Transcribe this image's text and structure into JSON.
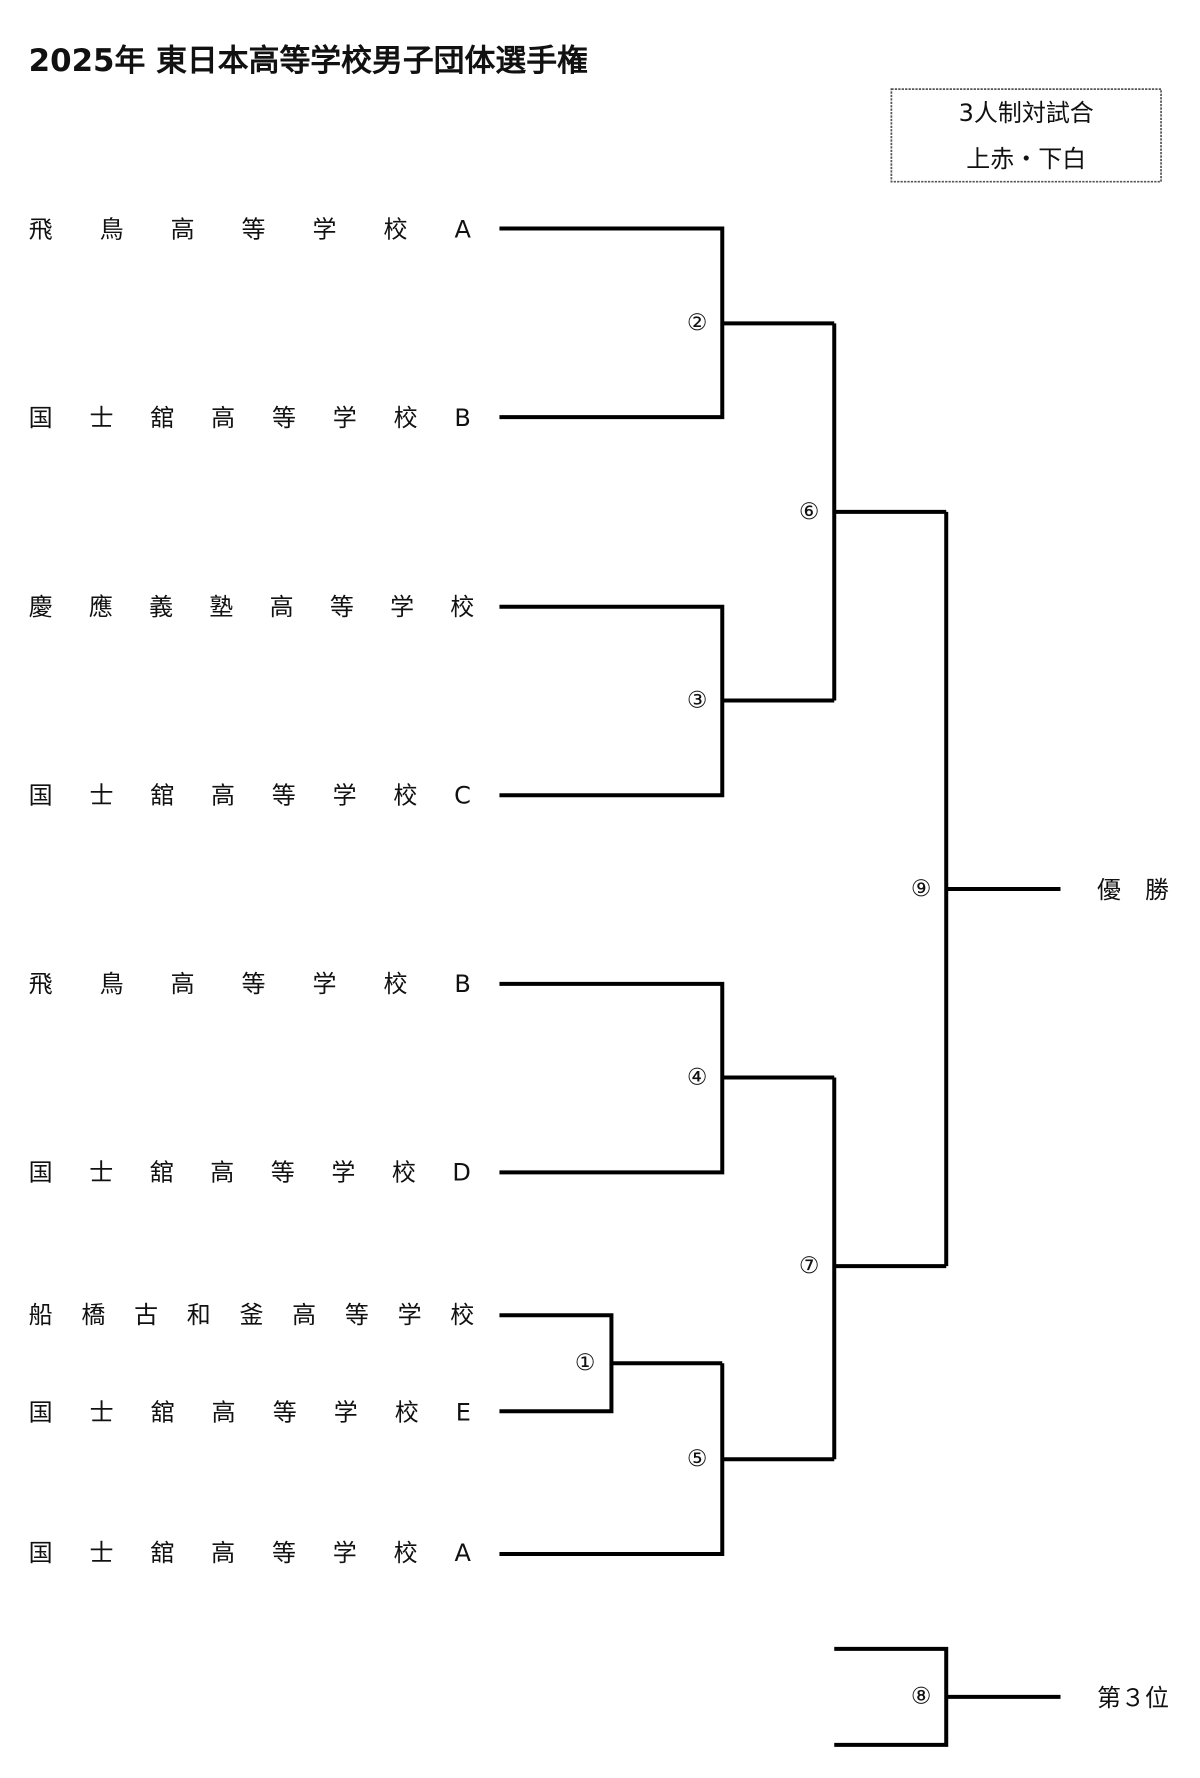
{
  "title": "2025年 東日本高等学校男子団体選手権",
  "info_box": {
    "line1": "3人制対試合",
    "line2": "上赤・下白"
  },
  "teams": [
    "飛鳥高等学校A",
    "国士舘高等学校B",
    "慶應義塾高等学校",
    "国士舘高等学校C",
    "飛鳥高等学校B",
    "国士舘高等学校D",
    "船橋古和釜高等学校",
    "国士舘高等学校E",
    "国士舘高等学校A"
  ],
  "matches": {
    "m1": "①",
    "m2": "②",
    "m3": "③",
    "m4": "④",
    "m5": "⑤",
    "m6": "⑥",
    "m7": "⑦",
    "m8": "⑧",
    "m9": "⑨"
  },
  "results": {
    "champion": "優　勝",
    "third_place": "第３位"
  }
}
